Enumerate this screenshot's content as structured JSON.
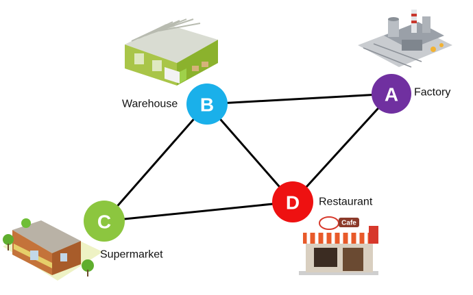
{
  "nodes": [
    {
      "id": "A",
      "letter": "A",
      "label": "Factory",
      "color": "#7030a0"
    },
    {
      "id": "B",
      "letter": "B",
      "label": "Warehouse",
      "color": "#1ab0ea"
    },
    {
      "id": "C",
      "letter": "C",
      "label": "Supermarket",
      "color": "#8cc63f"
    },
    {
      "id": "D",
      "letter": "D",
      "label": "Restaurant",
      "color": "#ee1111"
    }
  ],
  "edges": [
    [
      "A",
      "B"
    ],
    [
      "B",
      "C"
    ],
    [
      "B",
      "D"
    ],
    [
      "C",
      "D"
    ],
    [
      "A",
      "D"
    ]
  ],
  "colors": {
    "edge": "#000000",
    "label": "#111111"
  },
  "illustrations": [
    "warehouse-icon",
    "factory-icon",
    "supermarket-icon",
    "cafe-icon"
  ],
  "cafe_sign": "Cafe"
}
